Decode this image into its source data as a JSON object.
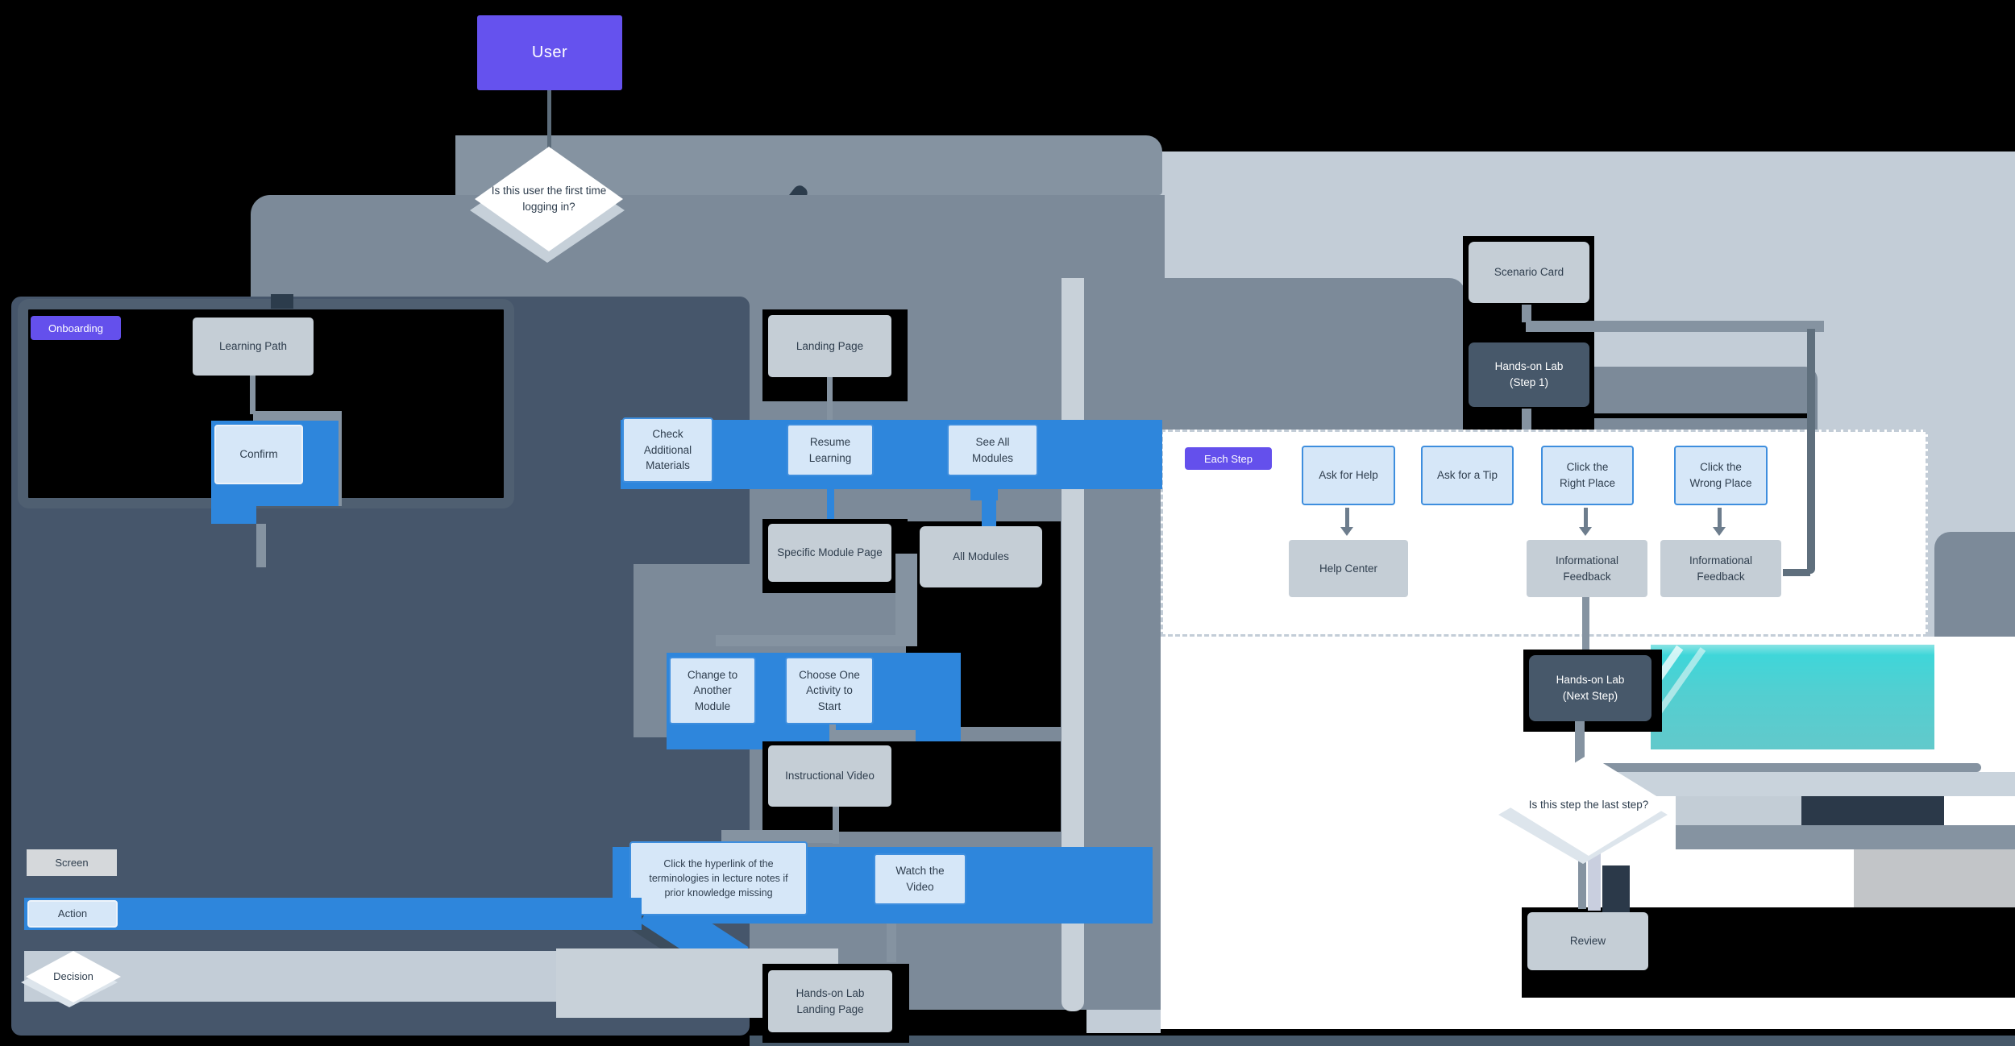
{
  "diagram": {
    "user_node": "User",
    "decisions": {
      "first_time": "Is this user the first time logging in?",
      "last_step": "Is this step the last step?"
    },
    "badges": {
      "onboarding": "Onboarding",
      "each_step": "Each Step"
    },
    "onboarding": {
      "learning_path": "Learning Path",
      "confirm": "Confirm"
    },
    "main_flow": {
      "landing_page": "Landing Page",
      "check_additional_materials": "Check Additional Materials",
      "resume_learning": "Resume Learning",
      "see_all_modules": "See All Modules",
      "specific_module_page": "Specific Module Page",
      "all_modules": "All Modules",
      "change_to_another_module": "Change to Another Module",
      "choose_one_activity": "Choose One Activity to Start",
      "instructional_video": "Instructional Video",
      "click_hyperlink": "Click the hyperlink of  the terminologies in lecture notes if prior knowledge missing",
      "watch_the_video": "Watch the Video",
      "handson_lab_landing_page": "Hands-on Lab Landing Page"
    },
    "lab_flow": {
      "scenario_card": "Scenario Card",
      "handson_lab_step1": "Hands-on Lab (Step 1)",
      "ask_for_help": "Ask for Help",
      "ask_for_a_tip": "Ask for a Tip",
      "click_the_right_place": "Click the Right Place",
      "click_the_wrong_place": "Click the Wrong Place",
      "help_center": "Help Center",
      "informational_feedback_1": "Informational Feedback",
      "informational_feedback_2": "Informational Feedback",
      "handson_lab_next_step": "Hands-on Lab (Next Step)",
      "review": "Review"
    },
    "legend": {
      "screen": "Screen",
      "action": "Action",
      "decision": "Decision"
    },
    "colors": {
      "background": "#000000",
      "badge_purple": "#6450ec",
      "user_purple": "#6552ee",
      "action_blue": "#2e86dc",
      "action_fill": "#d6e7f8",
      "screen_fill": "#c5ced6",
      "dark_screen_fill": "#47586a",
      "panel_slate": "#46566b",
      "panel_gray": "#7c8a99",
      "panel_light": "#c3cdd7",
      "teal_block": "#4ed2d4",
      "navy_block": "#2b3949"
    }
  }
}
